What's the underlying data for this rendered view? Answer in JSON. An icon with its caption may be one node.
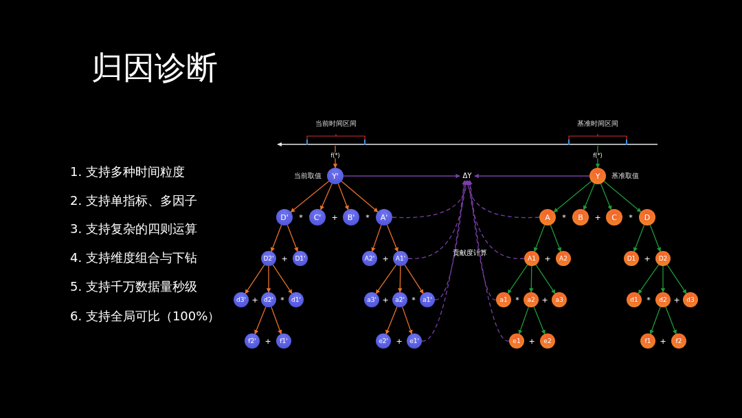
{
  "diagram": {
    "title": "归因诊断",
    "nodes": [
      {
        "text": [
          "当前时间区间"
        ]
      },
      {
        "text": [
          "基准时间区间"
        ]
      },
      {
        "text": [
          "Y'"
        ],
        "beside": [
          "当前取值"
        ]
      },
      {
        "text": [
          "ΔY"
        ]
      },
      {
        "text": [
          "Y"
        ],
        "beside": [
          "基准取值"
        ]
      },
      {
        "text": [
          "D'"
        ]
      },
      {
        "text": [
          "C'"
        ]
      },
      {
        "text": [
          "B'"
        ]
      },
      {
        "text": [
          "A'"
        ]
      },
      {
        "text": [
          "D2'"
        ]
      },
      {
        "text": [
          "D1'"
        ]
      },
      {
        "text": [
          "A2'"
        ]
      },
      {
        "text": [
          "A1'"
        ]
      },
      {
        "text": [
          "d3'"
        ]
      },
      {
        "text": [
          "d2'"
        ]
      },
      {
        "text": [
          "d1'"
        ]
      },
      {
        "text": [
          "a3'"
        ]
      },
      {
        "text": [
          "a2'"
        ]
      },
      {
        "text": [
          "a1'"
        ]
      },
      {
        "text": [
          "f2'"
        ]
      },
      {
        "text": [
          "f1'"
        ]
      },
      {
        "text": [
          "e2'"
        ]
      },
      {
        "text": [
          "e1'"
        ]
      },
      {
        "text": [
          "A"
        ]
      },
      {
        "text": [
          "B"
        ]
      },
      {
        "text": [
          "C"
        ]
      },
      {
        "text": [
          "D"
        ]
      },
      {
        "text": [
          "A1"
        ]
      },
      {
        "text": [
          "A2"
        ]
      },
      {
        "text": [
          "D1"
        ]
      },
      {
        "text": [
          "D2"
        ]
      },
      {
        "text": [
          "a1"
        ]
      },
      {
        "text": [
          "a2"
        ]
      },
      {
        "text": [
          "a3"
        ]
      },
      {
        "text": [
          "d1"
        ]
      },
      {
        "text": [
          "d2"
        ]
      },
      {
        "text": [
          "d3"
        ]
      },
      {
        "text": [
          "e1"
        ]
      },
      {
        "text": [
          "e2"
        ]
      },
      {
        "text": [
          "f1"
        ]
      },
      {
        "text": [
          "f2"
        ]
      }
    ],
    "edges": [
      {
        "from": 0,
        "to": 2,
        "arrow": "to",
        "label": "f(*)",
        "color": "#e8722a"
      },
      {
        "from": 1,
        "to": 4,
        "arrow": "to",
        "label": "f(*)",
        "color": "#1f9a3a"
      },
      {
        "from": 2,
        "to": 3,
        "arrow": "to",
        "color": "#7a3fa8"
      },
      {
        "from": 4,
        "to": 3,
        "arrow": "to",
        "color": "#7a3fa8"
      },
      {
        "from": 8,
        "to": 3,
        "arrow": "to",
        "style": "dashed",
        "color": "#7a3fa8"
      },
      {
        "from": 12,
        "to": 3,
        "arrow": "to",
        "style": "dashed",
        "color": "#7a3fa8"
      },
      {
        "from": 18,
        "to": 3,
        "arrow": "to",
        "style": "dashed",
        "color": "#7a3fa8"
      },
      {
        "from": 22,
        "to": 3,
        "arrow": "to",
        "style": "dashed",
        "color": "#7a3fa8"
      },
      {
        "from": 23,
        "to": 3,
        "arrow": "to",
        "style": "dashed",
        "color": "#7a3fa8"
      },
      {
        "from": 27,
        "to": 3,
        "arrow": "to",
        "style": "dashed",
        "color": "#7a3fa8"
      },
      {
        "from": 31,
        "to": 3,
        "arrow": "to",
        "style": "dashed",
        "color": "#7a3fa8"
      },
      {
        "from": 37,
        "to": 3,
        "arrow": "to",
        "style": "dashed",
        "color": "#7a3fa8"
      },
      {
        "from": 2,
        "to": 5,
        "arrow": "to",
        "color": "#e8722a"
      },
      {
        "from": 2,
        "to": 6,
        "arrow": "to",
        "color": "#e8722a"
      },
      {
        "from": 2,
        "to": 7,
        "arrow": "to",
        "color": "#e8722a"
      },
      {
        "from": 2,
        "to": 8,
        "arrow": "to",
        "color": "#e8722a"
      },
      {
        "from": 5,
        "to": 9,
        "arrow": "to",
        "color": "#e8722a"
      },
      {
        "from": 5,
        "to": 10,
        "arrow": "to",
        "color": "#e8722a"
      },
      {
        "from": 8,
        "to": 11,
        "arrow": "to",
        "color": "#e8722a"
      },
      {
        "from": 8,
        "to": 12,
        "arrow": "to",
        "color": "#e8722a"
      },
      {
        "from": 9,
        "to": 13,
        "arrow": "to",
        "color": "#e8722a"
      },
      {
        "from": 9,
        "to": 14,
        "arrow": "to",
        "color": "#e8722a"
      },
      {
        "from": 9,
        "to": 15,
        "arrow": "to",
        "color": "#e8722a"
      },
      {
        "from": 12,
        "to": 16,
        "arrow": "to",
        "color": "#e8722a"
      },
      {
        "from": 12,
        "to": 17,
        "arrow": "to",
        "color": "#e8722a"
      },
      {
        "from": 12,
        "to": 18,
        "arrow": "to",
        "color": "#e8722a"
      },
      {
        "from": 14,
        "to": 19,
        "arrow": "to",
        "color": "#e8722a"
      },
      {
        "from": 14,
        "to": 20,
        "arrow": "to",
        "color": "#e8722a"
      },
      {
        "from": 17,
        "to": 21,
        "arrow": "to",
        "color": "#e8722a"
      },
      {
        "from": 17,
        "to": 22,
        "arrow": "to",
        "color": "#e8722a"
      },
      {
        "from": 4,
        "to": 23,
        "arrow": "to",
        "color": "#1f9a3a"
      },
      {
        "from": 4,
        "to": 24,
        "arrow": "to",
        "color": "#1f9a3a"
      },
      {
        "from": 4,
        "to": 25,
        "arrow": "to",
        "color": "#1f9a3a"
      },
      {
        "from": 4,
        "to": 26,
        "arrow": "to",
        "color": "#1f9a3a"
      },
      {
        "from": 23,
        "to": 27,
        "arrow": "to",
        "color": "#1f9a3a"
      },
      {
        "from": 23,
        "to": 28,
        "arrow": "to",
        "color": "#1f9a3a"
      },
      {
        "from": 26,
        "to": 29,
        "arrow": "to",
        "color": "#1f9a3a"
      },
      {
        "from": 26,
        "to": 30,
        "arrow": "to",
        "color": "#1f9a3a"
      },
      {
        "from": 27,
        "to": 31,
        "arrow": "to",
        "color": "#1f9a3a"
      },
      {
        "from": 27,
        "to": 32,
        "arrow": "to",
        "color": "#1f9a3a"
      },
      {
        "from": 27,
        "to": 33,
        "arrow": "to",
        "color": "#1f9a3a"
      },
      {
        "from": 30,
        "to": 34,
        "arrow": "to",
        "color": "#1f9a3a"
      },
      {
        "from": 30,
        "to": 35,
        "arrow": "to",
        "color": "#1f9a3a"
      },
      {
        "from": 30,
        "to": 36,
        "arrow": "to",
        "color": "#1f9a3a"
      },
      {
        "from": 32,
        "to": 37,
        "arrow": "to",
        "color": "#1f9a3a"
      },
      {
        "from": 32,
        "to": 38,
        "arrow": "to",
        "color": "#1f9a3a"
      },
      {
        "from": 35,
        "to": 39,
        "arrow": "to",
        "color": "#1f9a3a"
      },
      {
        "from": 35,
        "to": 40,
        "arrow": "to",
        "color": "#1f9a3a"
      }
    ],
    "labels": [
      "1. 支持多种时间粒度",
      "2. 支持单指标、多因子",
      "3. 支持复杂的四则运算",
      "4. 支持维度组合与下钻",
      "5. 支持千万数据量秒级",
      "6. 支持全局可比（100%）",
      "*",
      "+",
      "*",
      "*",
      "+",
      "*",
      "+",
      "+",
      "贡献度计算",
      "+",
      "+",
      "+",
      "*",
      "+",
      "*",
      "*",
      "+",
      "*",
      "+",
      "+",
      "+",
      "+",
      "+"
    ]
  }
}
